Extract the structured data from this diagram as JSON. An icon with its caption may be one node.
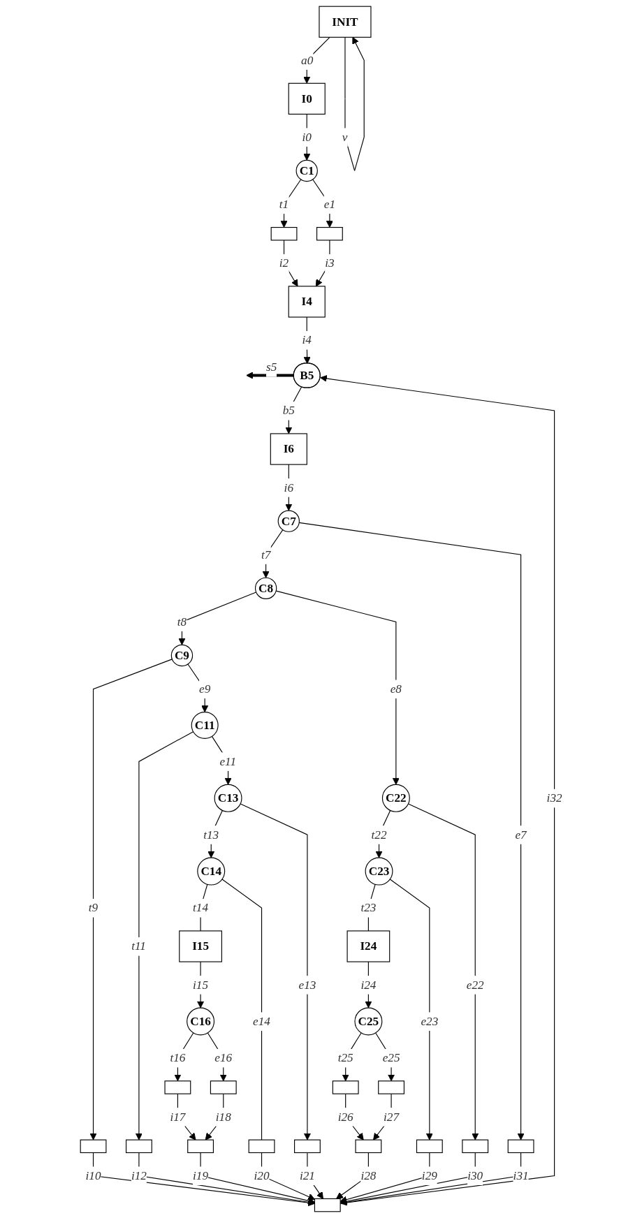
{
  "diagram": {
    "nodes": [
      {
        "text": [
          "INIT"
        ]
      },
      {
        "text": [
          "I0"
        ]
      },
      {
        "text": [
          "C1"
        ]
      },
      {
        "text": [],
        "shape": "box"
      },
      {
        "text": [],
        "shape": "box"
      },
      {
        "text": [
          "I4"
        ]
      },
      {
        "text": [
          "B5"
        ]
      },
      {
        "text": [
          "I6"
        ]
      },
      {
        "text": [
          "C7"
        ]
      },
      {
        "text": [
          "C8"
        ]
      },
      {
        "text": [],
        "shape": "box"
      },
      {
        "text": [
          "C9"
        ]
      },
      {
        "text": [
          "C22"
        ]
      },
      {
        "text": [],
        "shape": "box"
      },
      {
        "text": [
          "C11"
        ]
      },
      {
        "text": [
          "C23"
        ]
      },
      {
        "text": [],
        "shape": "box"
      },
      {
        "text": [],
        "shape": "box"
      },
      {
        "text": [
          "C13"
        ]
      },
      {
        "text": [
          "I24"
        ]
      },
      {
        "text": [],
        "shape": "box"
      },
      {
        "text": [
          "C14"
        ]
      },
      {
        "text": [],
        "shape": "box"
      },
      {
        "text": [
          "C25"
        ]
      },
      {
        "text": [
          "I15"
        ]
      },
      {
        "text": [],
        "shape": "box"
      },
      {
        "text": [],
        "shape": "box"
      },
      {
        "text": [],
        "shape": "box"
      },
      {
        "text": [
          "C16"
        ]
      },
      {
        "text": [],
        "shape": "box"
      },
      {
        "text": [],
        "shape": "box"
      },
      {
        "text": [],
        "shape": "box"
      },
      {
        "text": [],
        "shape": "box"
      },
      {
        "text": [],
        "shape": "box"
      }
    ],
    "edges": [
      {
        "from": 0,
        "to": 0,
        "arrow": "to",
        "label": "v"
      },
      {
        "from": 0,
        "to": 1,
        "arrow": "to",
        "label": "a0"
      },
      {
        "from": 1,
        "to": 2,
        "arrow": "to",
        "label": "i0"
      },
      {
        "from": 2,
        "to": 3,
        "arrow": "to",
        "label": "t1"
      },
      {
        "from": 2,
        "to": 4,
        "arrow": "to",
        "label": "e1"
      },
      {
        "from": 3,
        "to": 5,
        "arrow": "to",
        "label": "i2"
      },
      {
        "from": 4,
        "to": 5,
        "arrow": "to",
        "label": "i3"
      },
      {
        "from": 5,
        "to": 6,
        "arrow": "to",
        "label": "i4"
      },
      {
        "from": 6,
        "to": null,
        "arrow": "to",
        "label": "s5",
        "style": "thick"
      },
      {
        "from": 6,
        "to": 7,
        "arrow": "to",
        "label": "b5"
      },
      {
        "from": 7,
        "to": 8,
        "arrow": "to",
        "label": "i6"
      },
      {
        "from": 8,
        "to": 9,
        "arrow": "to",
        "label": "t7"
      },
      {
        "from": 8,
        "to": 10,
        "arrow": "to",
        "label": "e7"
      },
      {
        "from": 9,
        "to": 11,
        "arrow": "to",
        "label": "t8"
      },
      {
        "from": 9,
        "to": 12,
        "arrow": "to",
        "label": "e8"
      },
      {
        "from": 11,
        "to": 13,
        "arrow": "to",
        "label": "t9"
      },
      {
        "from": 11,
        "to": 14,
        "arrow": "to",
        "label": "e9"
      },
      {
        "from": 14,
        "to": 17,
        "arrow": "to",
        "label": "t11"
      },
      {
        "from": 14,
        "to": 18,
        "arrow": "to",
        "label": "e11"
      },
      {
        "from": 18,
        "to": 21,
        "arrow": "to",
        "label": "t13"
      },
      {
        "from": 18,
        "to": 22,
        "arrow": "to",
        "label": "e13"
      },
      {
        "from": 21,
        "to": 24,
        "arrow": "none",
        "label": "t14"
      },
      {
        "from": 21,
        "to": 25,
        "arrow": "none",
        "label": "e14"
      },
      {
        "from": 24,
        "to": 28,
        "arrow": "to",
        "label": "i15"
      },
      {
        "from": 28,
        "to": 30,
        "arrow": "to",
        "label": "t16"
      },
      {
        "from": 28,
        "to": 31,
        "arrow": "to",
        "label": "e16"
      },
      {
        "from": 30,
        "to": 32,
        "arrow": "to",
        "label": "i17"
      },
      {
        "from": 31,
        "to": 32,
        "arrow": "to",
        "label": "i18"
      },
      {
        "from": 12,
        "to": 15,
        "arrow": "to",
        "label": "t22"
      },
      {
        "from": 12,
        "to": 16,
        "arrow": "to",
        "label": "e22"
      },
      {
        "from": 15,
        "to": 19,
        "arrow": "none",
        "label": "t23"
      },
      {
        "from": 15,
        "to": 20,
        "arrow": "to",
        "label": "e23"
      },
      {
        "from": 19,
        "to": 23,
        "arrow": "to",
        "label": "i24"
      },
      {
        "from": 23,
        "to": 26,
        "arrow": "to",
        "label": "t25"
      },
      {
        "from": 23,
        "to": 27,
        "arrow": "to",
        "label": "e25"
      },
      {
        "from": 26,
        "to": 29,
        "arrow": "to",
        "label": "i26"
      },
      {
        "from": 27,
        "to": 29,
        "arrow": "to",
        "label": "i27"
      },
      {
        "from": 13,
        "to": 33,
        "arrow": "to",
        "label": "i10"
      },
      {
        "from": 17,
        "to": 33,
        "arrow": "to",
        "label": "i12"
      },
      {
        "from": 32,
        "to": 33,
        "arrow": "to",
        "label": "i19"
      },
      {
        "from": 25,
        "to": 33,
        "arrow": "to",
        "label": "i20"
      },
      {
        "from": 22,
        "to": 33,
        "arrow": "to",
        "label": "i21"
      },
      {
        "from": 29,
        "to": 33,
        "arrow": "to",
        "label": "i28"
      },
      {
        "from": 20,
        "to": 33,
        "arrow": "to",
        "label": "i29"
      },
      {
        "from": 16,
        "to": 33,
        "arrow": "to",
        "label": "i30"
      },
      {
        "from": 10,
        "to": 33,
        "arrow": "to",
        "label": "i31"
      },
      {
        "from": 33,
        "to": 6,
        "arrow": "to",
        "label": "i32"
      }
    ]
  }
}
